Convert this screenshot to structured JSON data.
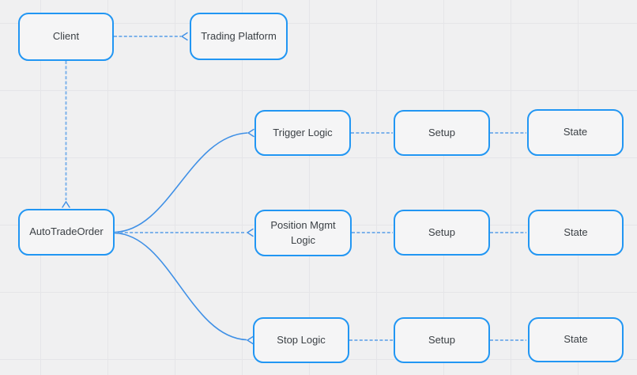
{
  "diagram": {
    "type": "flow-diagram",
    "background_color": "#f0f0f1",
    "grid_color": "#e5e5e8",
    "node_border_color": "#2196f3",
    "node_fill_color": "#f5f5f6",
    "node_text_color": "#3b4045",
    "connector_color": "#3f90e6",
    "straight_connector_color": "#7db2ea"
  },
  "nodes": {
    "client": {
      "label": "Client"
    },
    "trading_platform": {
      "label": "Trading Platform"
    },
    "auto_trade_order": {
      "label": "AutoTradeOrder"
    },
    "trigger_logic": {
      "label": "Trigger Logic"
    },
    "position_mgmt_logic": {
      "label": "Position Mgmt Logic"
    },
    "stop_logic": {
      "label": "Stop Logic"
    },
    "setup_row1": {
      "label": "Setup"
    },
    "setup_row2": {
      "label": "Setup"
    },
    "setup_row3": {
      "label": "Setup"
    },
    "state_row1": {
      "label": "State"
    },
    "state_row2": {
      "label": "State"
    },
    "state_row3": {
      "label": "State"
    }
  },
  "edges": [
    {
      "from": "client",
      "to": "trading_platform",
      "arrowhead": "open-chevron-at-target",
      "style": "straight"
    },
    {
      "from": "client",
      "to": "auto_trade_order",
      "arrowhead": "open-chevron-at-target",
      "style": "straight"
    },
    {
      "from": "auto_trade_order",
      "to": "trigger_logic",
      "arrowhead": "open-chevron-at-target",
      "style": "curve"
    },
    {
      "from": "auto_trade_order",
      "to": "position_mgmt_logic",
      "arrowhead": "open-chevron-at-target",
      "style": "straight"
    },
    {
      "from": "auto_trade_order",
      "to": "stop_logic",
      "arrowhead": "open-chevron-at-target",
      "style": "curve"
    },
    {
      "from": "trigger_logic",
      "to": "setup_row1",
      "arrowhead": "none",
      "style": "straight"
    },
    {
      "from": "setup_row1",
      "to": "state_row1",
      "arrowhead": "none",
      "style": "straight"
    },
    {
      "from": "position_mgmt_logic",
      "to": "setup_row2",
      "arrowhead": "none",
      "style": "straight"
    },
    {
      "from": "setup_row2",
      "to": "state_row2",
      "arrowhead": "none",
      "style": "straight"
    },
    {
      "from": "stop_logic",
      "to": "setup_row3",
      "arrowhead": "none",
      "style": "straight"
    },
    {
      "from": "setup_row3",
      "to": "state_row3",
      "arrowhead": "none",
      "style": "straight"
    }
  ]
}
